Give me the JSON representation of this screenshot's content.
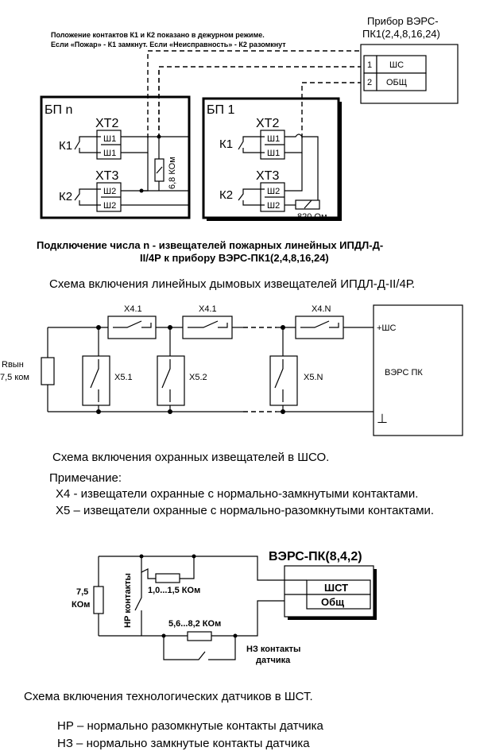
{
  "section1": {
    "note_line1": "Положение контактов К1 и К2 показано в дежурном режиме.",
    "note_line2": "Если «Пожар» - К1 замкнут. Если «Неисправность» - К2 разомкнут",
    "device_title_line1": "Прибор ВЭРС-",
    "device_title_line2": "ПК1(2,4,8,16,24)",
    "terminal_1_num": "1",
    "terminal_1_label": "ШС",
    "terminal_2_num": "2",
    "terminal_2_label": "ОБЩ",
    "bp_n_label": "БП n",
    "bp_1_label": "БП 1",
    "xt2_label": "ХТ2",
    "xt3_label": "ХТ3",
    "k1_label": "К1",
    "k2_label": "К2",
    "sh1_label": "Ш1",
    "sh2_label": "Ш2",
    "resistor_68_label": "6,8 КОм",
    "resistor_820_label": "820 Ом",
    "caption_line1": "Подключение числа n - извещателей пожарных линейных ИПДЛ-Д-",
    "caption_line2": "II/4Р к прибору ВЭРС-ПК1(2,4,8,16,24)",
    "scheme_title": "Схема включения линейных дымовых извещателей ИПДЛ-Д-II/4Р."
  },
  "section2": {
    "r_label_line1": "Rвын",
    "r_label_line2": "7,5 ком",
    "x41_label": "Х4.1",
    "x41b_label": "Х4.1",
    "x4n_label": "Х4.N",
    "x51_label": "Х5.1",
    "x52_label": "Х5.2",
    "x5n_label": "Х5.N",
    "plus_sh_label": "+ШС",
    "device_label": "ВЭРС ПК",
    "ground_symbol": "⊥",
    "scheme_title": "Схема включения охранных извещателей в ШСО.",
    "note_title": "Примечание:",
    "note_x4": "Х4 - извещатели охранные с нормально-замкнутыми контактами.",
    "note_x5": "Х5 – извещатели охранные с нормально-разомкнутыми контактами."
  },
  "section3": {
    "device_title": "ВЭРС-ПК(8,4,2)",
    "terminal_sht": "ШСТ",
    "terminal_obsh": "Общ",
    "r75_line1": "7,5",
    "r75_line2": "КОм",
    "np_contacts": "НР контакты",
    "r_10_15": "1,0...1,5 КОм",
    "r_56_82": "5,6...8,2 КОм",
    "nz_line1": "НЗ контакты",
    "nz_line2": "датчика",
    "scheme_title": "Схема включения технологических датчиков в ШСТ.",
    "note_np": "НР – нормально разомкнутые контакты датчика",
    "note_nz": "НЗ – нормально замкнутые контакты датчика"
  }
}
